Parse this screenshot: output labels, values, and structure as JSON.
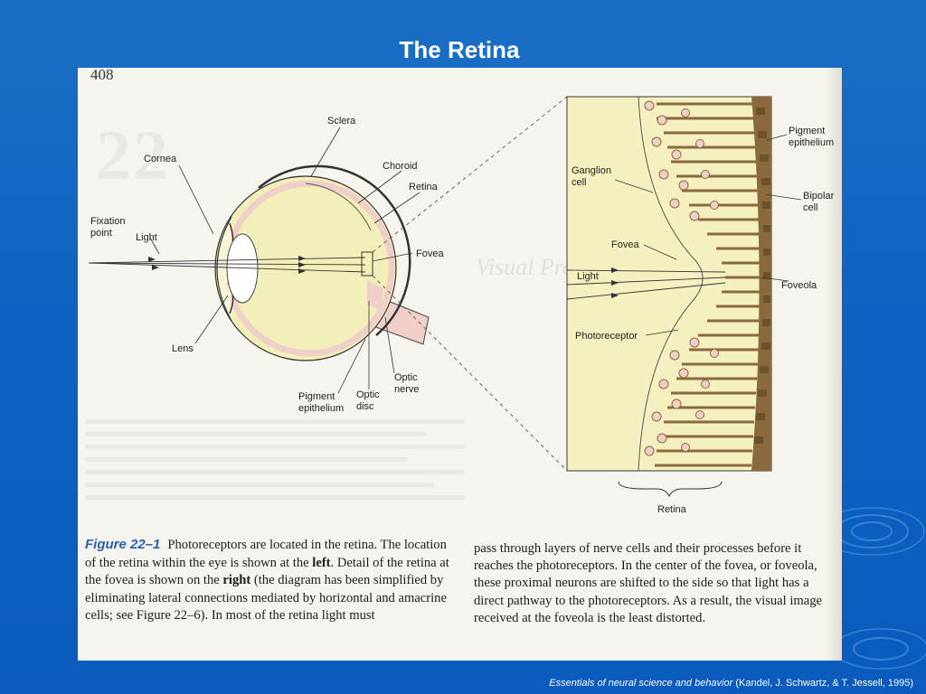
{
  "slide": {
    "title": "The Retina",
    "citation_italic": "Essentials of neural science and behavior",
    "citation_rest": " (Kandel, J. Schwartz, & T. Jessell, 1995)"
  },
  "page": {
    "number": "408"
  },
  "figure": {
    "left_labels": {
      "sclera": "Sclera",
      "cornea": "Cornea",
      "choroid": "Choroid",
      "retina": "Retina",
      "fixation_point_1": "Fixation",
      "fixation_point_2": "point",
      "light": "Light",
      "fovea": "Fovea",
      "lens": "Lens",
      "pigment_epithelium_1": "Pigment",
      "pigment_epithelium_2": "epithelium",
      "optic_disc_1": "Optic",
      "optic_disc_2": "disc",
      "optic_nerve_1": "Optic",
      "optic_nerve_2": "nerve"
    },
    "right_labels": {
      "pigment_epithelium_1": "Pigment",
      "pigment_epithelium_2": "epithelium",
      "ganglion_cell_1": "Ganglion",
      "ganglion_cell_2": "cell",
      "bipolar_cell_1": "Bipolar",
      "bipolar_cell_2": "cell",
      "fovea": "Fovea",
      "light": "Light",
      "foveola": "Foveola",
      "photoreceptor": "Photoreceptor",
      "retina": "Retina"
    }
  },
  "caption": {
    "figure_label": "Figure 22–1",
    "left_text_1": "Photoreceptors are located in the retina. The location of the retina within the eye is shown at the ",
    "left_bold_1": "left",
    "left_text_2": ". Detail of the retina at the fovea is shown on the ",
    "left_bold_2": "right",
    "left_text_3": " (the diagram has been simplified by eliminating lateral connections mediated by horizontal and amacrine cells; see Figure 22–6). In most of the retina light must",
    "right_text": "pass through layers of nerve cells and their processes before it reaches the photoreceptors. In the center of the fovea, or foveola, these proximal neurons are shifted to the side so that light has a direct pathway to the photoreceptors. As a result, the visual image received at the foveola is the least distorted."
  },
  "colors": {
    "slide_background": "#0e63c2",
    "eye_fill": "#f3efb8",
    "retina_fill": "#f5f0bf",
    "pink_tissue": "#f0cfc9",
    "pigment_band": "#8a6a3c",
    "figure_label": "#2b60b0"
  }
}
